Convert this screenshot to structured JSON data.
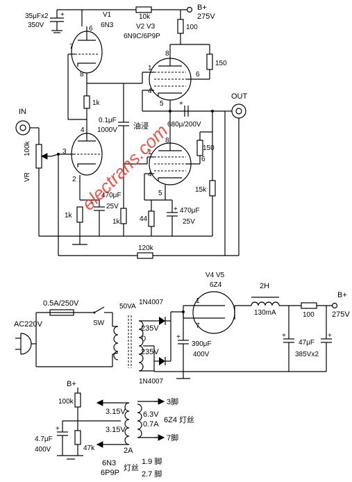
{
  "labels": {
    "bplus_top": "B+",
    "v275_top": "275V",
    "cap_35": "35μFx2",
    "cap_35_v": "350V",
    "v1": "V1",
    "v1_type": "6N3",
    "r10k": "10k",
    "v2v3": "V2 V3",
    "v2v3_type": "6N9C/6P9P",
    "r100_top": "100",
    "r150_top": "150",
    "r1k_mid": "1k",
    "cap_01": "0.1μF",
    "cap_01_v": "1000V",
    "oil": "油浸",
    "cap_680": "680μ/200V",
    "in": "IN",
    "out": "OUT",
    "vr": "VR",
    "vr_val": "100k",
    "r150_mid": "150",
    "r15k": "15k",
    "cap_470a": "470μF",
    "cap_470a_v": "25V",
    "r1k_a": "1k",
    "r1k_b": "1k",
    "r44": "44",
    "cap_470b": "470μF",
    "cap_470b_v": "25V",
    "r120k": "120k",
    "v4v5": "V4 V5",
    "v4v5_type": "6Z4",
    "choke": "2H",
    "choke_i": "130mA",
    "r100_ps": "100",
    "bplus_ps": "B+",
    "v275_ps": "275V",
    "fuse": "0.5A/250V",
    "sw": "SW",
    "va50": "50VA",
    "d1": "1N4007",
    "d2": "1N4007",
    "ac": "AC220V",
    "sec_235a": "235V",
    "sec_0": "0",
    "sec_235b": "235V",
    "cap_390": "390μF",
    "cap_390_v": "400V",
    "cap_47": "47μF",
    "cap_47_v": "385Vx2",
    "bplus_fil": "B+",
    "r100k_fil": "100k",
    "v315a": "3.15V",
    "v315b": "3.15V",
    "cap_47u": "4.7μF",
    "cap_47u_v": "400V",
    "r47k": "47k",
    "pin3": "3脚",
    "v63": "6.3V",
    "a07": "0.7A",
    "fil6z4": "6Z4 灯丝",
    "pin7": "7脚",
    "a2": "2A",
    "fil_tubes": "6N3",
    "fil_tubes2": "6P9P",
    "fil_word": "灯丝",
    "pin19": "1.9 脚",
    "pin27": "2.7 脚",
    "p6": "6",
    "p7": "7",
    "p8a": "8",
    "p8b": "8",
    "p1a": "1",
    "p6a": "6",
    "p4a": "4",
    "p5a": "5",
    "p8c": "8",
    "p1b": "1",
    "p6b": "6",
    "p4b": "4",
    "p5b": "5",
    "p4v1": "4",
    "p3v1": "3",
    "p2v1": "2",
    "p1ps": "1",
    "p7ps": "7",
    "watermark": "electrans.com"
  }
}
